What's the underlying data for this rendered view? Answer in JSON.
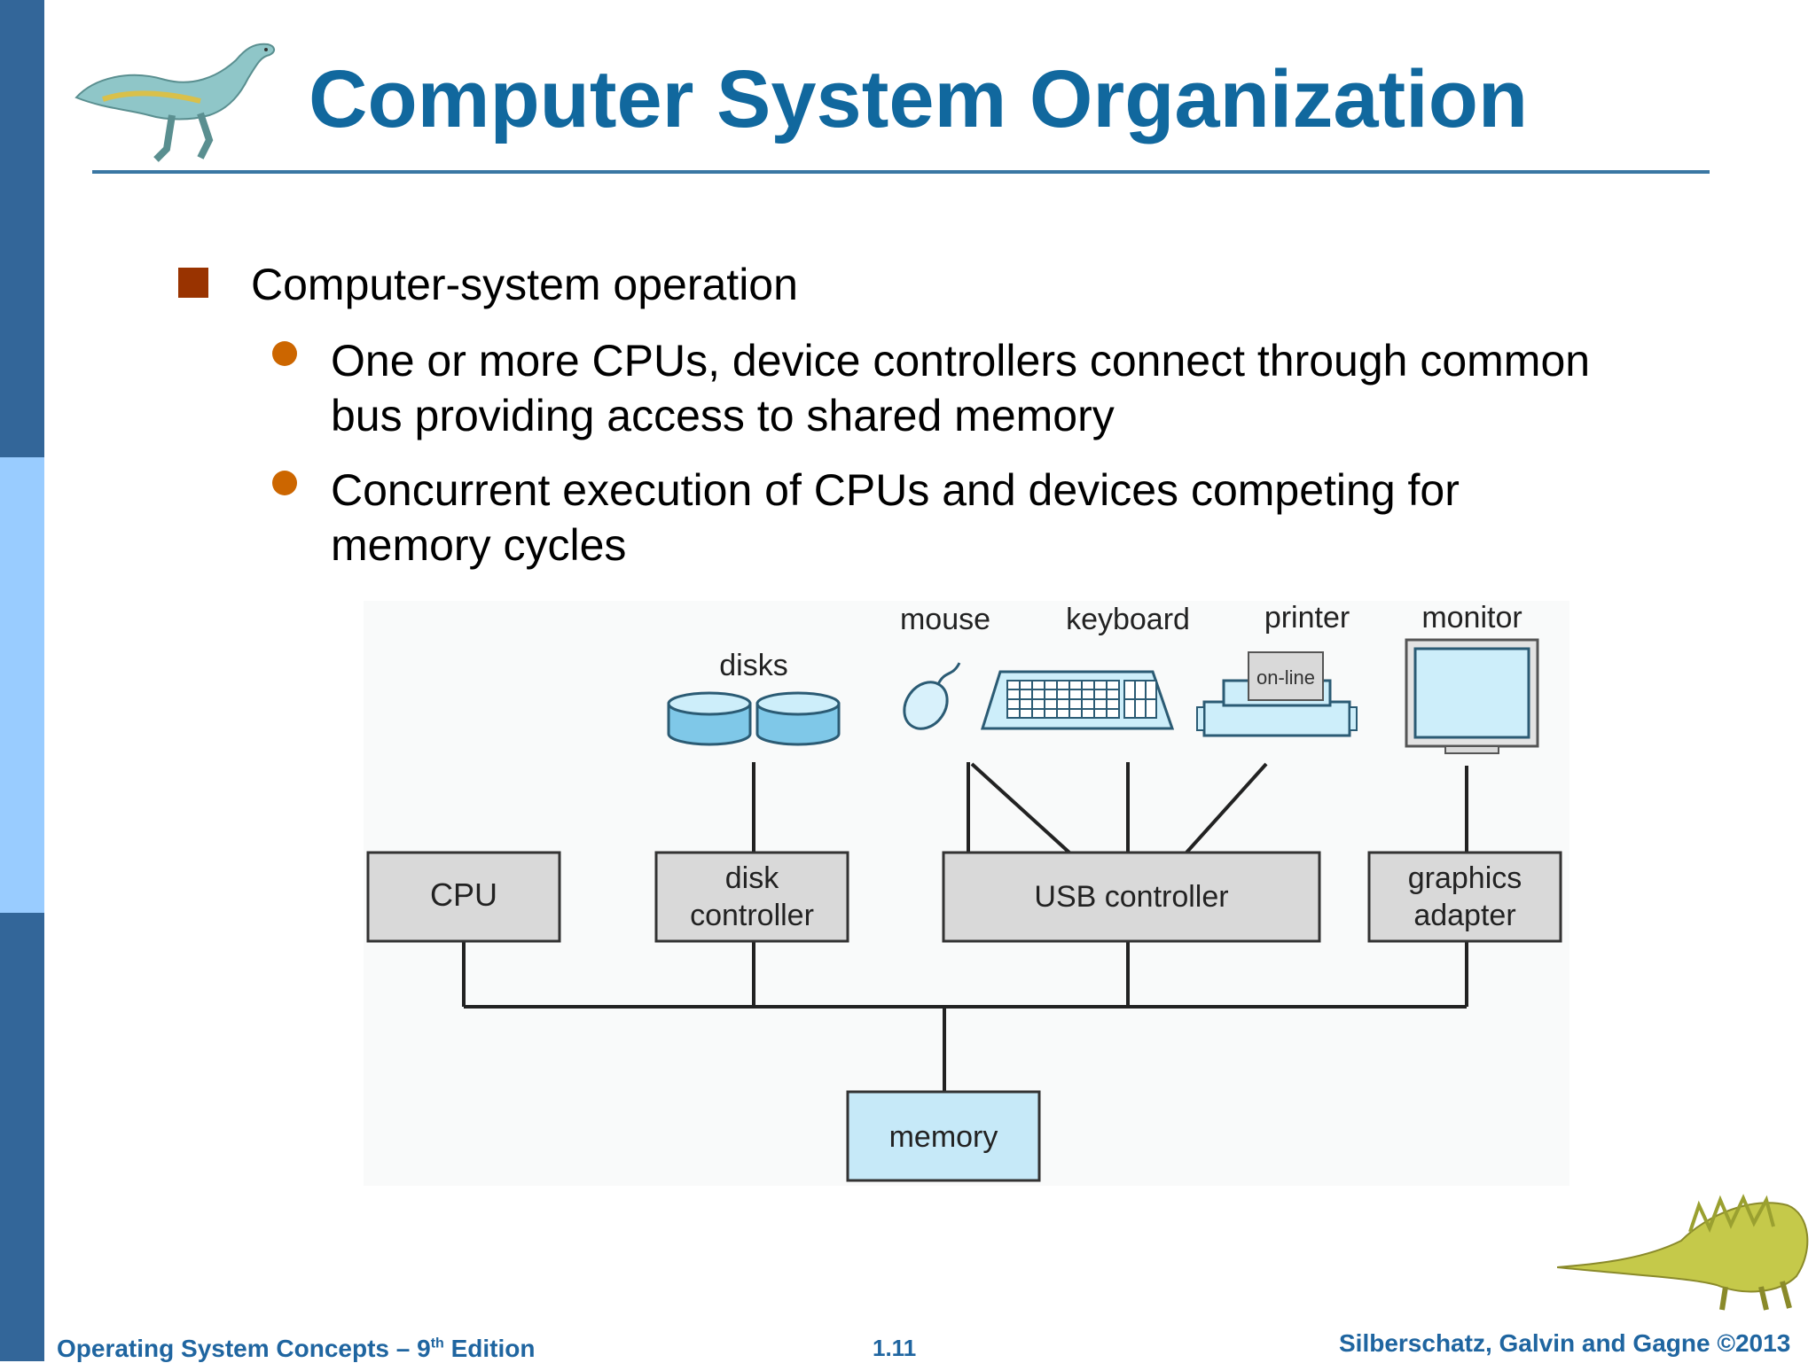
{
  "slide": {
    "title": "Computer System Organization",
    "bullet_l1": "Computer-system operation",
    "bullets_l2": [
      [
        "One or more CPUs, device controllers connect through common",
        "bus providing access to shared memory"
      ],
      [
        "Concurrent execution of CPUs and devices competing for",
        "memory cycles"
      ]
    ]
  },
  "diagram": {
    "devices": {
      "disks": "disks",
      "mouse": "mouse",
      "keyboard": "keyboard",
      "printer": "printer",
      "printer_panel": "on-line",
      "monitor": "monitor"
    },
    "controllers": {
      "cpu": "CPU",
      "disk_controller_1": "disk",
      "disk_controller_2": "controller",
      "usb_controller": "USB controller",
      "graphics_adapter_1": "graphics",
      "graphics_adapter_2": "adapter"
    },
    "memory": "memory"
  },
  "footer": {
    "left_prefix": "Operating System Concepts – 9",
    "left_sup": "th",
    "left_suffix": " Edition",
    "page": "1.11",
    "right": "Silberschatz, Galvin and Gagne ©2013"
  },
  "colors": {
    "title": "#11689e",
    "sidebar_dark": "#336699",
    "sidebar_light": "#99ccff",
    "l1_marker": "#993300",
    "l2_marker": "#cc6600",
    "controller_fill": "#d9d9d9",
    "device_fill": "#bfe6f7"
  },
  "icons": [
    "dinosaur-icon",
    "mouse-icon",
    "keyboard-icon",
    "printer-icon",
    "monitor-icon",
    "disk-icon"
  ]
}
